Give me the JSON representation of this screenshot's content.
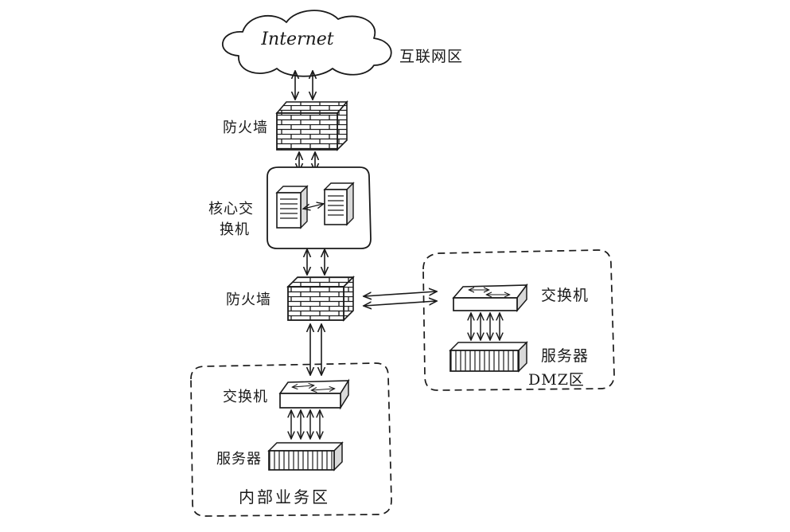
{
  "diagram": {
    "cloud_label": "Internet",
    "internet_zone": "互联网区",
    "firewall_top": "防火墙",
    "core_switch_line1": "核心交",
    "core_switch_line2": "换机",
    "firewall_mid": "防火墙",
    "dmz_switch": "交换机",
    "dmz_server": "服务器",
    "dmz_zone": "DMZ区",
    "internal_switch": "交换机",
    "internal_server": "服务器",
    "internal_zone": "内部业务区"
  },
  "colors": {
    "ink": "#1a1a1a",
    "paper": "#ffffff",
    "shade": "#d9d9d9"
  }
}
